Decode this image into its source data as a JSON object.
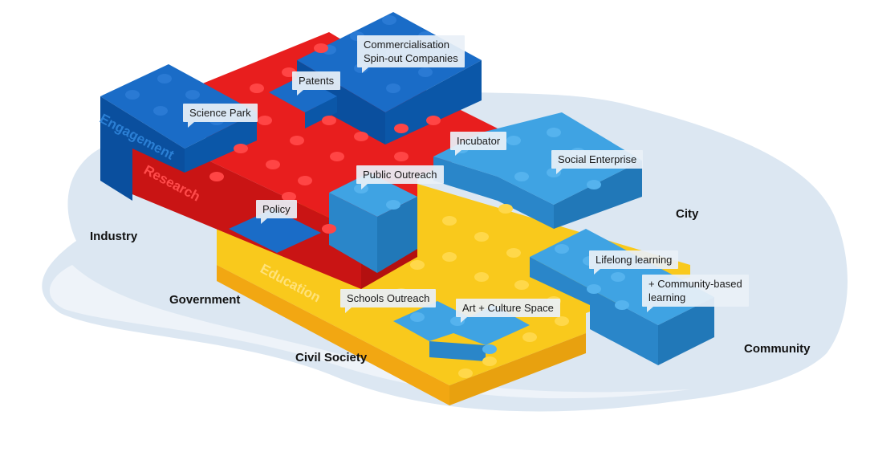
{
  "layers": {
    "engagement": "Engagement",
    "research": "Research",
    "education": "Education"
  },
  "regions": {
    "industry": "Industry",
    "government": "Government",
    "civil_society": "Civil Society",
    "city": "City",
    "community": "Community"
  },
  "callouts": {
    "commercialisation_line1": "Commercialisation",
    "commercialisation_line2": "Spin-out Companies",
    "patents": "Patents",
    "science_park": "Science Park",
    "incubator": "Incubator",
    "social_enterprise": "Social Enterprise",
    "public_outreach": "Public Outreach",
    "policy": "Policy",
    "lifelong_learning": "Lifelong learning",
    "community_based_line1": "+ Community-based",
    "community_based_line2": "learning",
    "schools_outreach": "Schools Outreach",
    "art_culture_space": "Art + Culture Space"
  },
  "colors": {
    "dark_blue": "#0d5fb8",
    "light_blue": "#3497dc",
    "red": "#e61e1e",
    "yellow": "#f7c41b",
    "ground": "#dde7f1"
  }
}
